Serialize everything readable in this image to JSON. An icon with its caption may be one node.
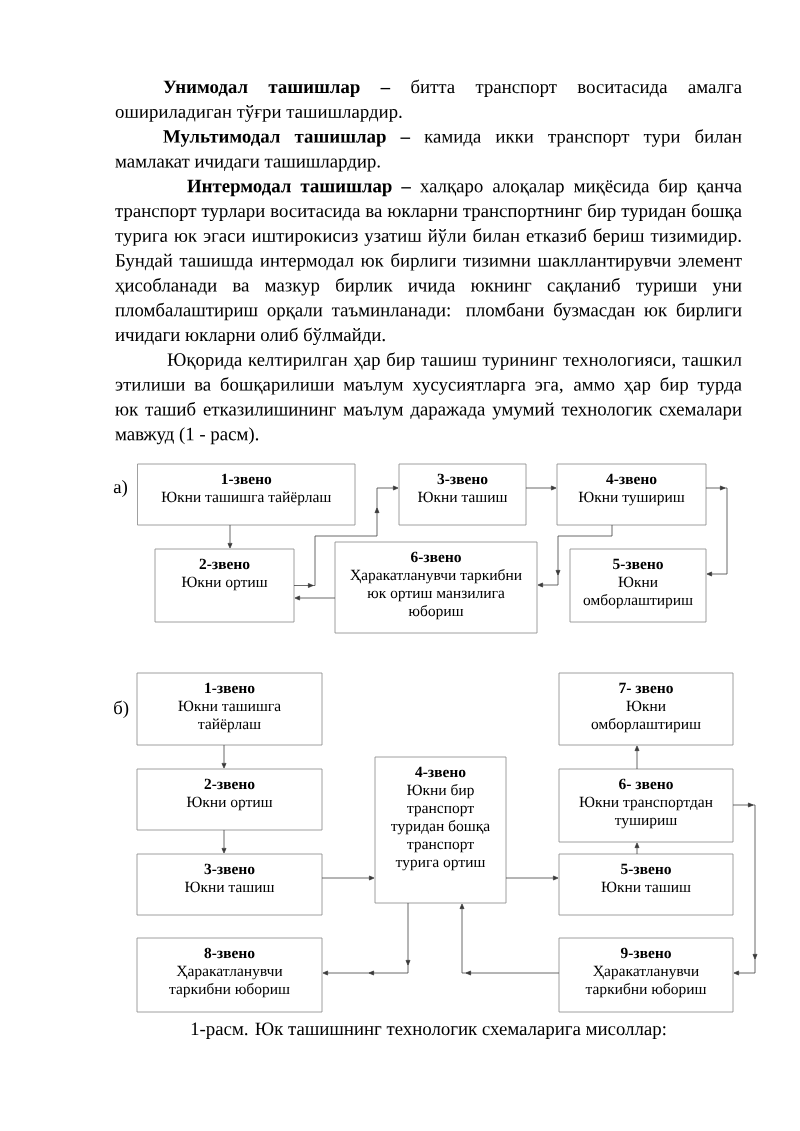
{
  "diagram": {
    "caption": "1-расм. Юк ташишнинг технологик схемаларига мисоллар:",
    "nodes": [
      {
        "text": [
          "1-звено",
          "Юкни ташишга тайёрлаш"
        ]
      },
      {
        "text": [
          "3-звено",
          "Юкни ташиш"
        ]
      },
      {
        "text": [
          "4-звено",
          "Юкни тушириш"
        ]
      },
      {
        "text": [
          "2-звено",
          "Юкни ортиш"
        ]
      },
      {
        "text": [
          "6-звено",
          "Ҳаракатланувчи таркибни юк ортиш манзилига юбориш"
        ]
      },
      {
        "text": [
          "5-звено",
          "Юкни омборлаштириш"
        ]
      },
      {
        "text": [
          "1-звено",
          "Юкни ташишга тайёрлаш"
        ]
      },
      {
        "text": [
          "7- звено",
          "Юкни омборлаштириш"
        ]
      },
      {
        "text": [
          "4-звено",
          "Юкни бир транспорт туридан бошқа транспорт турига ортиш"
        ]
      },
      {
        "text": [
          "2-звено",
          "Юкни ортиш"
        ]
      },
      {
        "text": [
          "6- звено",
          "Юкни транспортдан тушириш"
        ]
      },
      {
        "text": [
          "3-звено",
          "Юкни ташиш"
        ]
      },
      {
        "text": [
          "5-звено",
          "Юкни ташиш"
        ]
      },
      {
        "text": [
          "8-звено",
          "Ҳаракатланувчи таркибни юбориш"
        ]
      },
      {
        "text": [
          "9-звено",
          "Ҳаракатланувчи таркибни юбориш"
        ]
      }
    ],
    "edges": [
      {
        "from": 0,
        "to": 3,
        "arrow": "to"
      },
      {
        "from": 3,
        "to": 1,
        "arrow": "to"
      },
      {
        "from": 1,
        "to": 2,
        "arrow": "to"
      },
      {
        "from": 2,
        "to": 5,
        "arrow": "to"
      },
      {
        "from": 2,
        "to": 4,
        "arrow": "to"
      },
      {
        "from": 4,
        "to": 3,
        "arrow": "to"
      },
      {
        "from": 6,
        "to": 9,
        "arrow": "to"
      },
      {
        "from": 9,
        "to": 11,
        "arrow": "to"
      },
      {
        "from": 11,
        "to": 8,
        "arrow": "to"
      },
      {
        "from": 8,
        "to": 12,
        "arrow": "to"
      },
      {
        "from": 12,
        "to": 10,
        "arrow": "to"
      },
      {
        "from": 10,
        "to": 7,
        "arrow": "to"
      },
      {
        "from": 10,
        "to": 14,
        "arrow": "to"
      },
      {
        "from": 8,
        "to": 13,
        "arrow": "to"
      },
      {
        "from": 14,
        "to": 8,
        "arrow": "to"
      }
    ],
    "labels": [
      "**Унимодал ташишлар –** битта транспорт воситасида амалга ошириладиган тўғри ташишлардир.",
      "**Мультимодал ташишлар –** камида икки транспорт тури билан мамлакат ичидаги ташишлардир.",
      "**Интермодал ташишлар –** халқаро алоқалар миқёсида бир қанча транспорт турлари воситасида ва юкларни транспортнинг бир туридан бошқа турига юк эгаси иштирокисиз узатиш йўли билан етказиб бериш тизимидир. Бундай ташишда интермодал юк бирлиги тизимни шакллантирувчи элемент ҳисобланади ва мазкур бирлик ичида юкнинг сақланиб туриши уни пломбалаштириш орқали таъминланади: пломбани бузмасдан юк бирлиги ичидаги юкларни олиб бўлмайди.",
      "Юқорида келтирилган ҳар бир ташиш турининг технологияси, ташкил этилиши ва бошқарилиши маълум хусусиятларга эга, аммо ҳар бир турда юк ташиб етказилишининг маълум даражада умумий технологик схемалари мавжуд (1 - расм).",
      "а)",
      "б)"
    ]
  }
}
